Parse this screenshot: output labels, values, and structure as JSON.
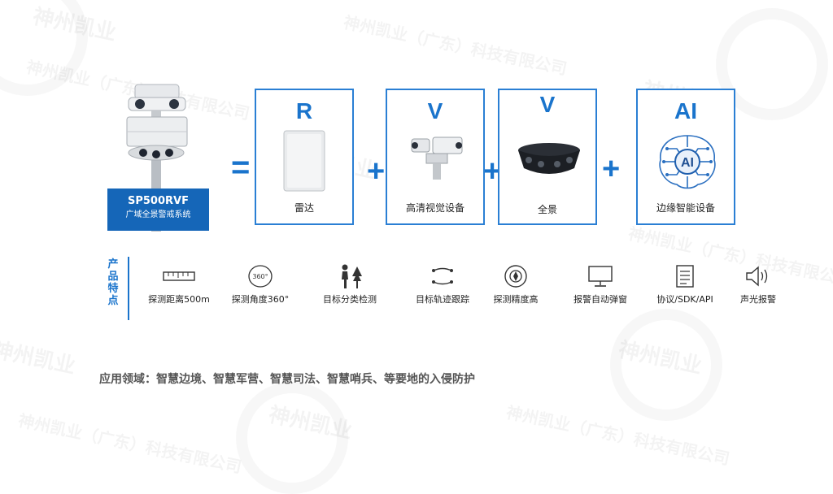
{
  "watermark": {
    "brand": "神州凯业",
    "company": "神州凯业（广东）科技有限公司"
  },
  "device": {
    "model": "SP500RVF",
    "subtitle": "广域全景警戒系统"
  },
  "equation": {
    "equals": "=",
    "plus": "+",
    "components": [
      {
        "letter": "R",
        "caption": "雷达",
        "icon": "radar-panel-icon"
      },
      {
        "letter": "V",
        "caption": "高清视觉设备",
        "icon": "ptz-camera-icon"
      },
      {
        "letter": "V",
        "caption": "全景",
        "icon": "panoramic-camera-icon"
      },
      {
        "letter": "AI",
        "caption": "边缘智能设备",
        "icon": "ai-brain-icon",
        "inner": "AI"
      }
    ]
  },
  "features": {
    "title": [
      "产",
      "品",
      "特",
      "点"
    ],
    "items": [
      {
        "label": "探测距离500m",
        "icon": "ruler-icon"
      },
      {
        "label": "探测角度360°",
        "icon": "angle-360-icon",
        "icon_text": "360°"
      },
      {
        "label": "目标分类检测",
        "icon": "person-tree-icon"
      },
      {
        "label": "目标轨迹跟踪",
        "icon": "track-icon"
      },
      {
        "label": "探测精度高",
        "icon": "target-icon"
      },
      {
        "label": "报警自动弹窗",
        "icon": "monitor-icon"
      },
      {
        "label": "协议/SDK/API",
        "icon": "document-icon"
      },
      {
        "label": "声光报警",
        "icon": "speaker-icon"
      }
    ]
  },
  "application": "应用领域：智慧边境、智慧军营、智慧司法、智慧哨兵、等要地的入侵防护",
  "colors": {
    "accent": "#1a74cc",
    "label_bg": "#1566b8",
    "border": "#2a7fd4"
  }
}
